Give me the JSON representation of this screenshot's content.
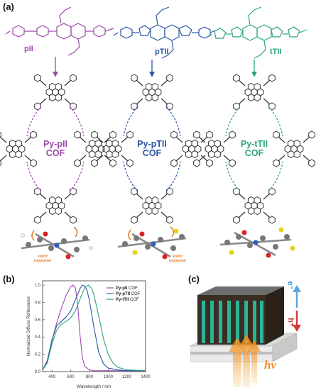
{
  "panels": {
    "a": "(a)",
    "b": "(b)",
    "c": "(c)"
  },
  "molecules": [
    {
      "name": "pII",
      "color": "#9b4aa8"
    },
    {
      "name": "pTII",
      "color": "#2b55a8"
    },
    {
      "name": "tTII",
      "color": "#2aa37c"
    }
  ],
  "cofs": [
    {
      "line1": "Py-pII",
      "line2": "COF",
      "color": "#9b4aa8"
    },
    {
      "line1": "Py-pTII",
      "line2": "COF",
      "color": "#2b55a8"
    },
    {
      "line1": "Py-tTII",
      "line2": "COF",
      "color": "#2aa37c"
    }
  ],
  "steric": {
    "line1": "steric",
    "line2": "repulsion",
    "color": "#e07b2a"
  },
  "device": {
    "photon_label": "hν",
    "electron_label": "e⁻",
    "hole_label": "h⁺"
  },
  "chart_data": {
    "type": "line",
    "title": "",
    "xlabel": "Wavelength / nm",
    "ylabel": "Normalized Diffuse Reflectance",
    "xlim": [
      300,
      1400
    ],
    "ylim": [
      0,
      1.05
    ],
    "xticks": [
      400,
      600,
      800,
      1000,
      1200,
      1400
    ],
    "yticks": [
      0.0,
      0.2,
      0.4,
      0.6,
      0.8,
      1.0
    ],
    "legend_position": "top-right",
    "series": [
      {
        "name": "Py-pII",
        "suffix": " COF",
        "color": "#9b4aa8",
        "x": [
          300,
          350,
          400,
          450,
          500,
          550,
          600,
          625,
          650,
          675,
          700,
          725,
          750,
          800,
          850,
          900,
          1000,
          1200,
          1400
        ],
        "y": [
          0.02,
          0.13,
          0.36,
          0.56,
          0.73,
          0.88,
          0.98,
          1.0,
          0.97,
          0.78,
          0.42,
          0.16,
          0.06,
          0.02,
          0.01,
          0.01,
          0.01,
          0.01,
          0.01
        ]
      },
      {
        "name": "Py-pTII",
        "suffix": " COF",
        "color": "#2b55a8",
        "x": [
          300,
          350,
          400,
          450,
          500,
          550,
          600,
          650,
          700,
          725,
          750,
          775,
          800,
          850,
          900,
          950,
          1000,
          1100,
          1200,
          1400
        ],
        "y": [
          0.02,
          0.12,
          0.37,
          0.53,
          0.58,
          0.63,
          0.7,
          0.83,
          0.96,
          1.0,
          0.99,
          0.94,
          0.82,
          0.5,
          0.22,
          0.09,
          0.04,
          0.02,
          0.01,
          0.01
        ]
      },
      {
        "name": "Py-tTII",
        "suffix": " COF",
        "color": "#2aa37c",
        "x": [
          300,
          350,
          400,
          450,
          500,
          550,
          600,
          650,
          700,
          750,
          790,
          825,
          850,
          900,
          950,
          1000,
          1050,
          1100,
          1200,
          1400
        ],
        "y": [
          0.02,
          0.1,
          0.32,
          0.48,
          0.55,
          0.58,
          0.62,
          0.7,
          0.84,
          0.97,
          1.0,
          0.96,
          0.88,
          0.64,
          0.38,
          0.2,
          0.1,
          0.05,
          0.02,
          0.01
        ]
      }
    ]
  }
}
